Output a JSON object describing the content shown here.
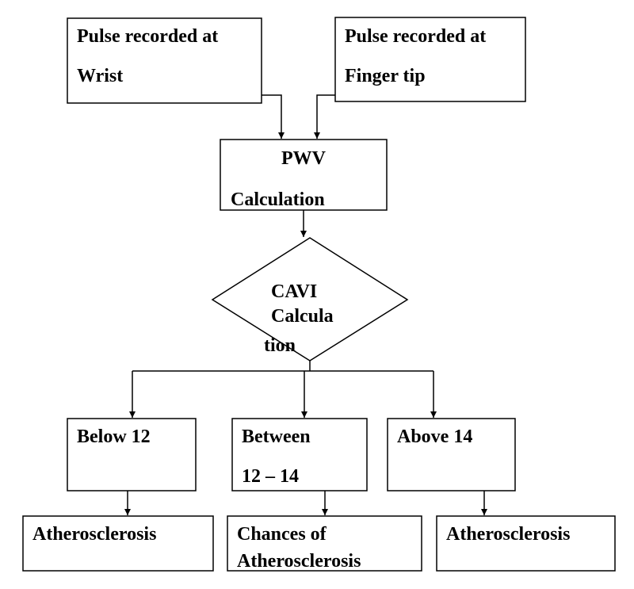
{
  "flowchart": {
    "wrist_box": {
      "line1": "Pulse recorded at",
      "line2": "Wrist"
    },
    "finger_box": {
      "line1": "Pulse recorded at",
      "line2": "Finger tip"
    },
    "pwv_box": {
      "line1": "PWV",
      "line2": "Calculation"
    },
    "cavi_decision": {
      "line1": "CAVI",
      "line2": "Calcula",
      "line3": "tion"
    },
    "below_box": {
      "line1": "Below 12"
    },
    "between_box": {
      "line1": "Between",
      "line2": "12 – 14"
    },
    "above_box": {
      "line1": "Above 14"
    },
    "result_left": {
      "line1": "Atherosclerosis"
    },
    "result_middle": {
      "line1": "Chances of",
      "line2": "Atherosclerosis"
    },
    "result_right": {
      "line1": "Atherosclerosis"
    }
  },
  "colors": {
    "line": "#000000",
    "background": "#ffffff"
  }
}
